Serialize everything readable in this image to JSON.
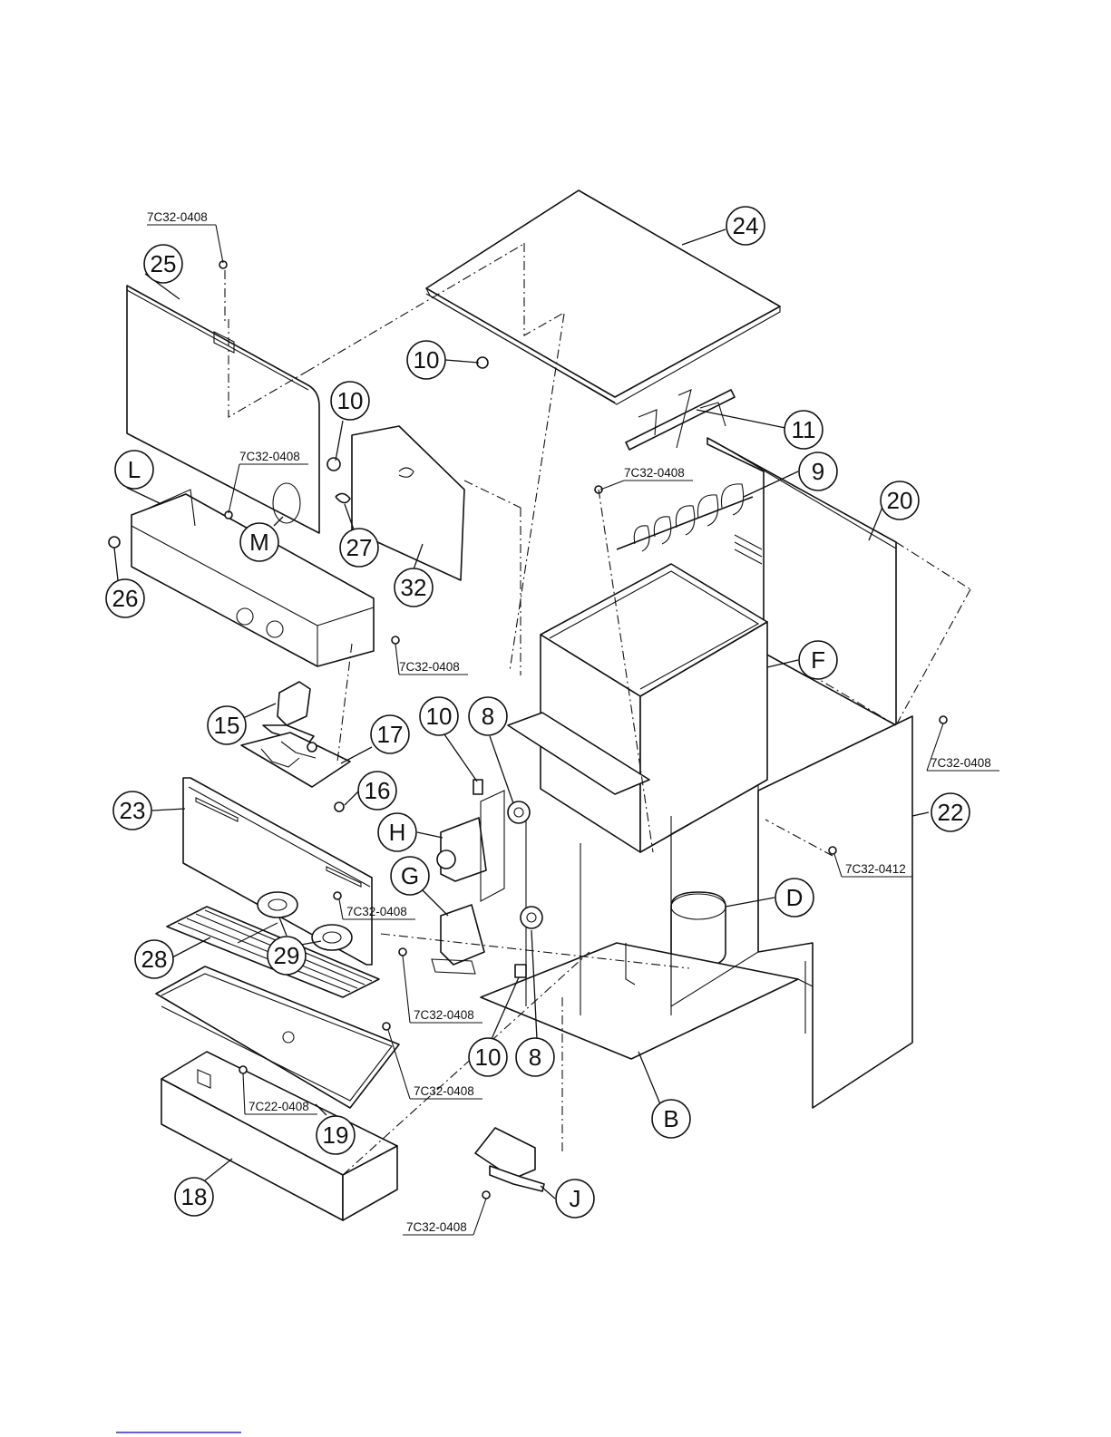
{
  "callouts": [
    "24",
    "25",
    "10",
    "10",
    "11",
    "9",
    "20",
    "L",
    "M",
    "27",
    "32",
    "26",
    "F",
    "15",
    "17",
    "10",
    "8",
    "16",
    "23",
    "H",
    "22",
    "G",
    "D",
    "28",
    "29",
    "10",
    "8",
    "B",
    "19",
    "18",
    "J"
  ],
  "part_codes": [
    "7C32-0408",
    "7C32-0408",
    "7C32-0408",
    "7C32-0408",
    "7C32-0408",
    "7C32-0412",
    "7C32-0408",
    "7C32-0408",
    "7C32-0408",
    "7C22-0408",
    "7C32-0408"
  ]
}
